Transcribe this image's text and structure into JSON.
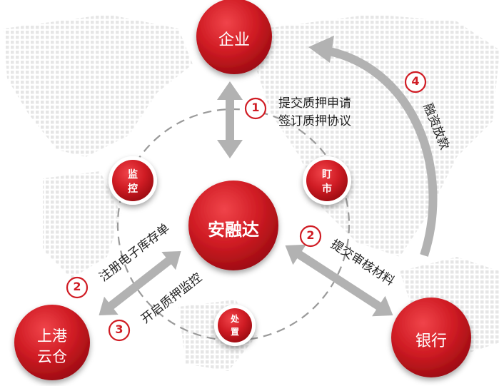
{
  "nodes": {
    "enterprise": "企业",
    "center": "安融达",
    "warehouse_line1": "上港",
    "warehouse_line2": "云仓",
    "bank": "银行",
    "monitor": [
      "监",
      "控"
    ],
    "watch": [
      "盯",
      "市"
    ],
    "dispose": [
      "处",
      "置"
    ]
  },
  "steps": [
    {
      "num": "1",
      "lines": [
        "提交质押申请",
        "签订质押协议"
      ]
    },
    {
      "num": "2",
      "text": "注册电子库存单"
    },
    {
      "num": "3",
      "text": "开启质押监控"
    },
    {
      "num": "2",
      "text": "提交审核材料"
    },
    {
      "num": "4",
      "text": "融资放款"
    }
  ],
  "colors": {
    "accent": "#d01c24",
    "arrow": "#b0b0b0",
    "dash": "#9a9a9a",
    "text": "#222222"
  }
}
